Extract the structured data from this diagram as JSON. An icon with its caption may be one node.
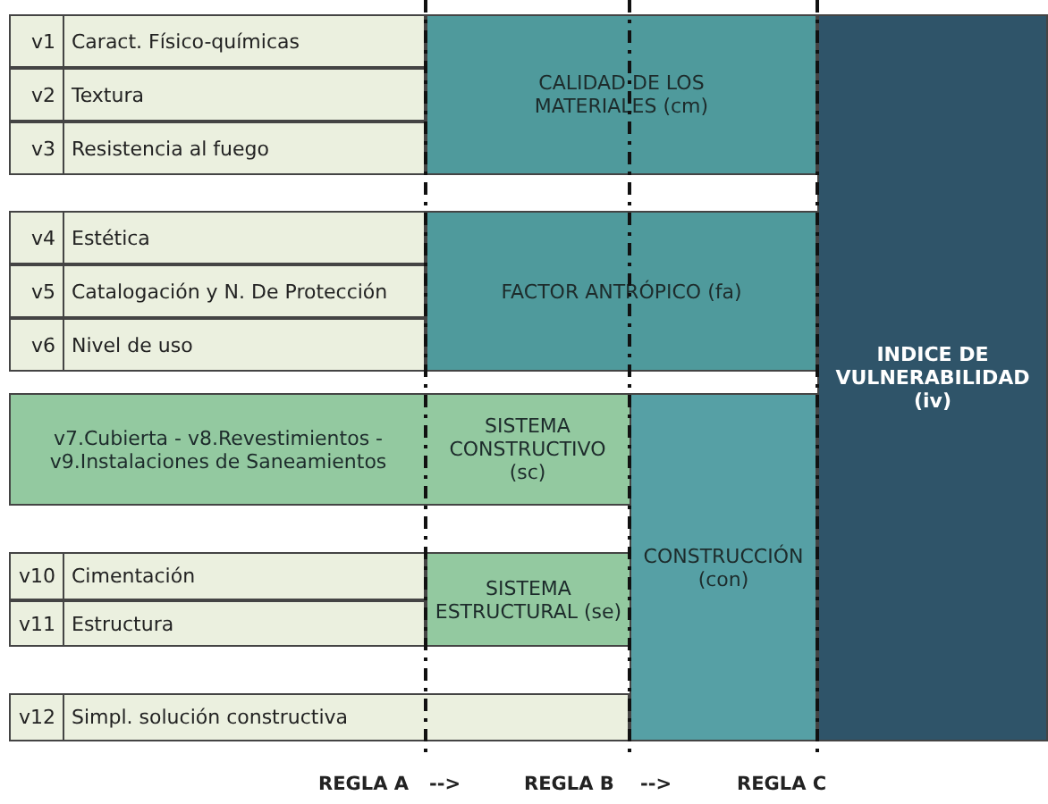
{
  "diagram": {
    "nodes": [
      {
        "text": [
          "v1",
          "Caract. Físico-químicas"
        ]
      },
      {
        "text": [
          "v2",
          "Textura"
        ]
      },
      {
        "text": [
          "v3",
          "Resistencia al fuego"
        ]
      },
      {
        "text": [
          "CALIDAD DE LOS MATERIALES (cm)"
        ]
      },
      {
        "text": [
          "v4",
          "Estética"
        ]
      },
      {
        "text": [
          "v5",
          "Catalogación y N. De Protección"
        ]
      },
      {
        "text": [
          "v6",
          "Nivel de uso"
        ]
      },
      {
        "text": [
          "FACTOR ANTRÓPICO (fa)"
        ]
      },
      {
        "text": [
          "v7.Cubierta - v8.Revestimientos - v9.Instalaciones de Saneamientos"
        ]
      },
      {
        "text": [
          "SISTEMA CONSTRUCTIVO (sc)"
        ]
      },
      {
        "text": [
          "v10",
          "Cimentación"
        ]
      },
      {
        "text": [
          "v11",
          "Estructura"
        ]
      },
      {
        "text": [
          "SISTEMA ESTRUCTURAL (se)"
        ]
      },
      {
        "text": [
          "v12",
          "Simpl. solución constructiva"
        ]
      },
      {
        "text": [
          "CONSTRUCCIÓN (con)"
        ]
      },
      {
        "text": [
          "INDICE DE VULNERABILIDAD (iv)"
        ]
      }
    ],
    "edges": [],
    "labels": [
      "REGLA A",
      "-->",
      "REGLA B",
      "-->",
      "REGLA C"
    ]
  }
}
